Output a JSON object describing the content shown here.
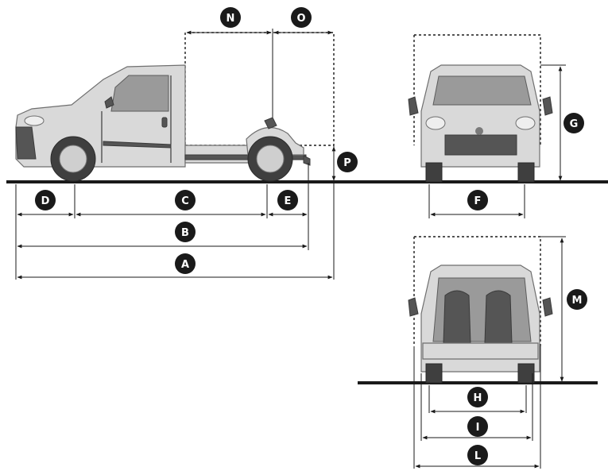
{
  "labels": {
    "A": "A",
    "B": "B",
    "C": "C",
    "D": "D",
    "E": "E",
    "F": "F",
    "G": "G",
    "H": "H",
    "I": "I",
    "L": "L",
    "M": "M",
    "N": "N",
    "O": "O",
    "P": "P"
  },
  "colors": {
    "badge": "#1a1a1a",
    "line": "#1a1a1a",
    "vehicle": "#d9d9d9"
  }
}
